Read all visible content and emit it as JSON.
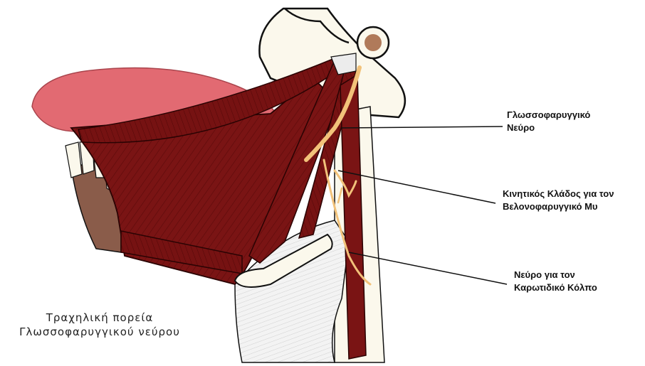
{
  "labels": {
    "glossopharyngeal": {
      "line1": "Γλωσσοφαρυγγικό",
      "line2": "Νεύρο"
    },
    "motor_branch": {
      "line1": "Κινητικός Κλάδος για τον",
      "line2": "Βελονοφαρυγγικό Μυ"
    },
    "carotid_sinus": {
      "line1": "Νεύρο για τον",
      "line2": "Καρωτιδικό Κόλπο"
    }
  },
  "caption": {
    "line1": "Τραχηλική πορεία",
    "line2": "Γλωσσοφαρυγγικού νεύρου"
  },
  "colors": {
    "muscle": "#7a1414",
    "muscle_dark": "#4a0606",
    "tongue": "#e26a72",
    "nerve": "#f2c27a",
    "bone": "#f6f3e6",
    "gum": "#8a5c4a"
  }
}
